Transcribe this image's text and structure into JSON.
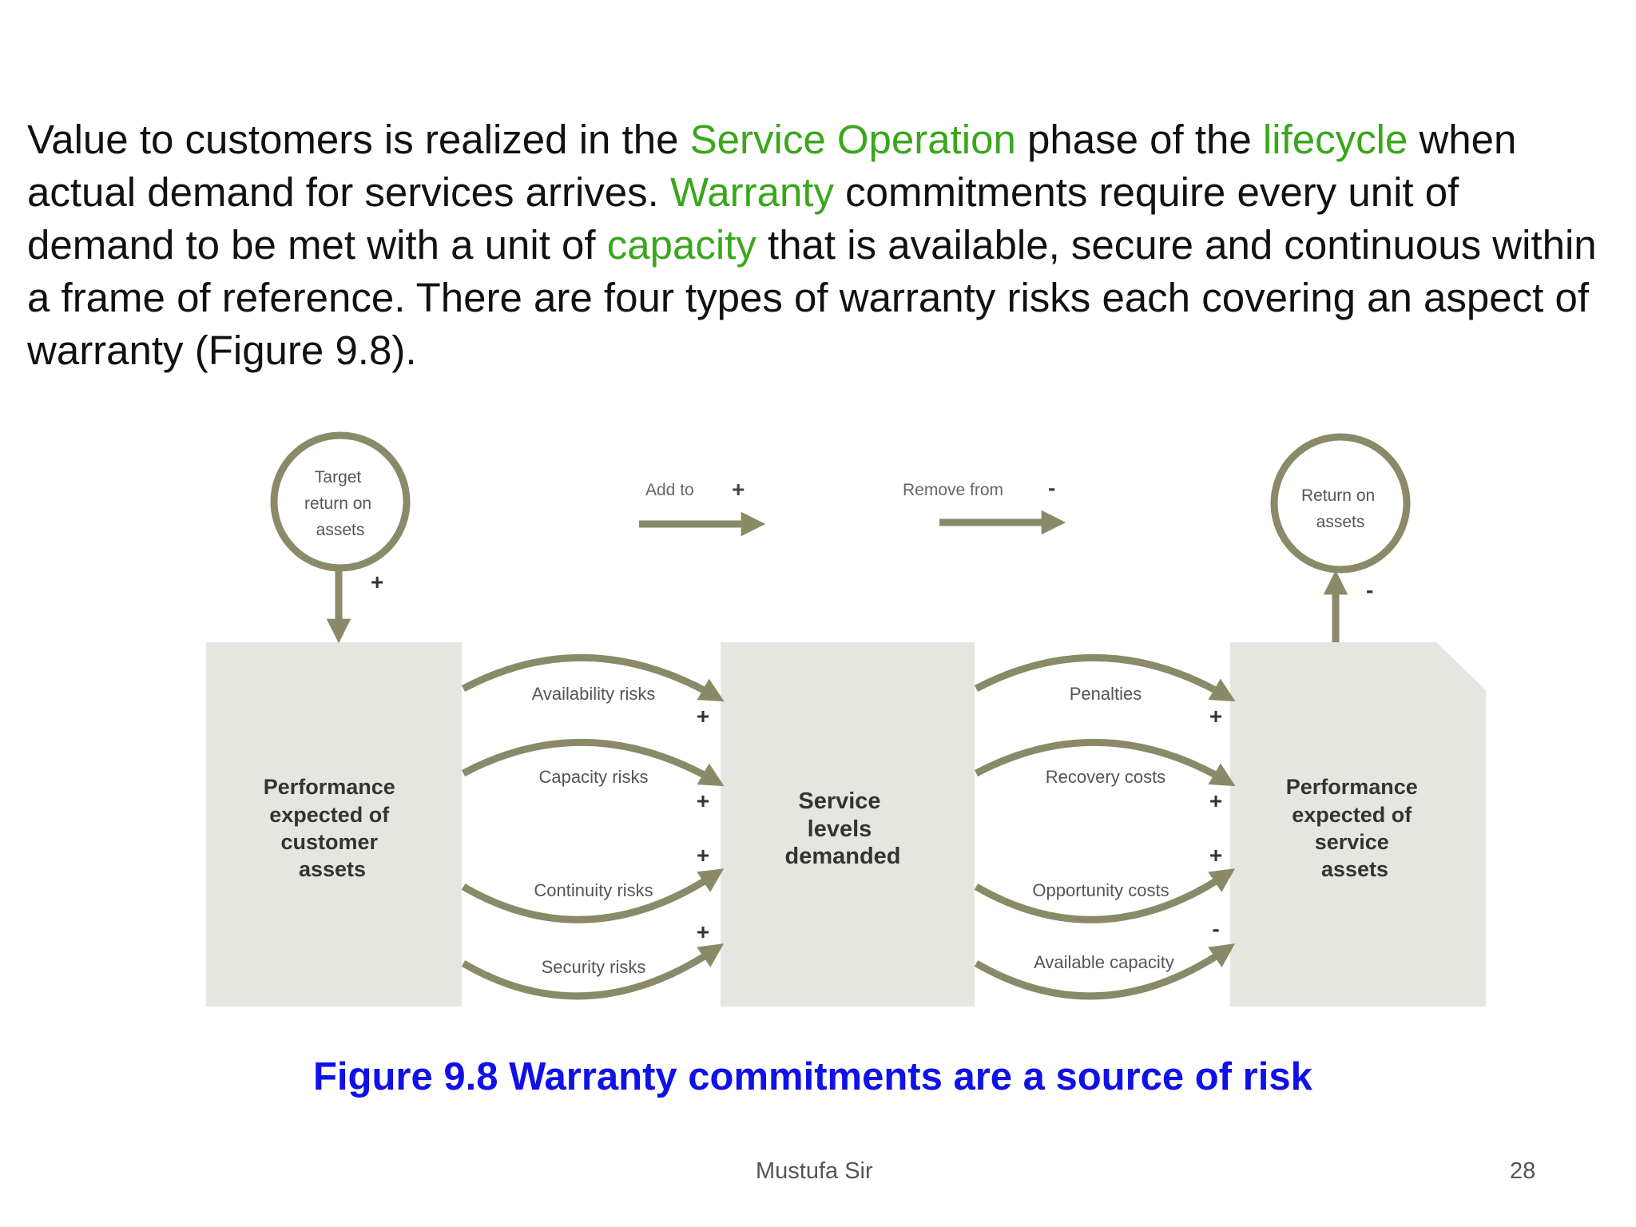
{
  "paragraph": [
    {
      "text": "Value to customers is realized in the ",
      "highlight": false
    },
    {
      "text": "Service Operation",
      "highlight": true
    },
    {
      "text": " phase of the ",
      "highlight": false
    },
    {
      "text": "lifecycle",
      "highlight": true
    },
    {
      "text": " when actual demand for services arrives. ",
      "highlight": false
    },
    {
      "text": "Warranty",
      "highlight": true
    },
    {
      "text": " commitments require every unit of demand to be met with a unit of ",
      "highlight": false
    },
    {
      "text": "capacity",
      "highlight": true
    },
    {
      "text": " that is available, secure and continuous within a frame of reference. There are four types of warranty risks each covering an aspect of warranty (Figure 9.8).",
      "highlight": false
    }
  ],
  "colors": {
    "highlight": "#3aa61c",
    "caption": "#1010e8",
    "diagram_stroke": "#8a8a68",
    "box_fill": "#e6e6e1"
  },
  "diagram": {
    "circle_left": [
      "Target",
      "return on",
      "assets"
    ],
    "circle_right": [
      "Return on",
      "assets"
    ],
    "circle_left_sign": "+",
    "circle_right_sign": "-",
    "legend_add": "Add to",
    "legend_add_sign": "+",
    "legend_remove": "Remove from",
    "legend_remove_sign": "-",
    "box_left": [
      "Performance",
      "expected of",
      "customer",
      "assets"
    ],
    "box_center": [
      "Service",
      "levels",
      "demanded"
    ],
    "box_right": [
      "Performance",
      "expected of",
      "service",
      "assets"
    ],
    "left_flows": [
      {
        "label": "Availability risks",
        "sign": "+"
      },
      {
        "label": "Capacity risks",
        "sign": "+"
      },
      {
        "label": "Continuity risks",
        "sign": "+"
      },
      {
        "label": "Security risks",
        "sign": "+"
      }
    ],
    "right_flows": [
      {
        "label": "Penalties",
        "sign": "+"
      },
      {
        "label": "Recovery costs",
        "sign": "+"
      },
      {
        "label": "Opportunity costs",
        "sign": "+"
      },
      {
        "label": "Available capacity",
        "sign": "-"
      }
    ]
  },
  "caption": "Figure 9.8 Warranty commitments are a source of risk",
  "footer": {
    "author": "Mustufa Sir",
    "page": "28"
  }
}
